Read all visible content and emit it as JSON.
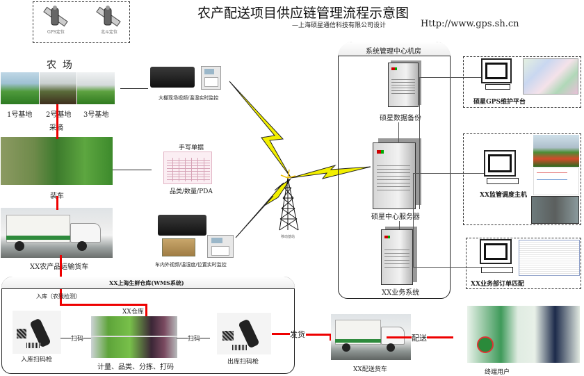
{
  "title": "农产配送项目供应链管理流程示意图",
  "designer": "—上海硕星通信科技有限公司设计",
  "url": "Http://www.gps.sh.cn",
  "satellites": [
    {
      "label": "GPS定位",
      "icon": "satellite-icon"
    },
    {
      "label": "北斗定位",
      "icon": "satellite-icon"
    }
  ],
  "farm": {
    "title": "农  场",
    "bases": [
      "1号基地",
      "2号基地",
      "3号基地"
    ],
    "pick_label": "采摘",
    "load_label": "装车",
    "truck_label": "XX农产品运输货车"
  },
  "devices": {
    "greenhouse_monitor": "大棚现场视频/温湿实时监控",
    "handwritten_title": "手写单据",
    "handwritten_caption": "品类/数量/PDA",
    "vehicle_monitor": "车内外视频/温湿度/位置实时监控",
    "tower_label": "移动基站"
  },
  "datacenter": {
    "title": "系统管理中心机房",
    "servers": [
      "硕星数据备份",
      "硕星中心服务器",
      "XX业务系统"
    ]
  },
  "clients": [
    {
      "label": "硕星GPS维护平台",
      "screen": "map-screenshot"
    },
    {
      "label": "XX监管调度主机",
      "screen": "greenhouse-chart-video"
    },
    {
      "label": "XX业务部订单匹配",
      "screen": "order-table"
    }
  ],
  "warehouse": {
    "title": "XX上海生鲜仓库(WMS系统)",
    "inbound_label": "入库（农残检测）",
    "warehouse_label": "XX仓库",
    "scan_label": "扫码",
    "inbound_scanner": "入库扫码枪",
    "processing": "计量、品类、分拣、打码",
    "outbound_scanner": "出库扫码枪"
  },
  "delivery": {
    "ship_label": "发货",
    "truck_label": "XX配送货车",
    "deliver_label": "配送",
    "end_user": "终端用户"
  },
  "colors": {
    "flow": "#e00000",
    "lightning": "#f5f000",
    "line": "#222222"
  }
}
